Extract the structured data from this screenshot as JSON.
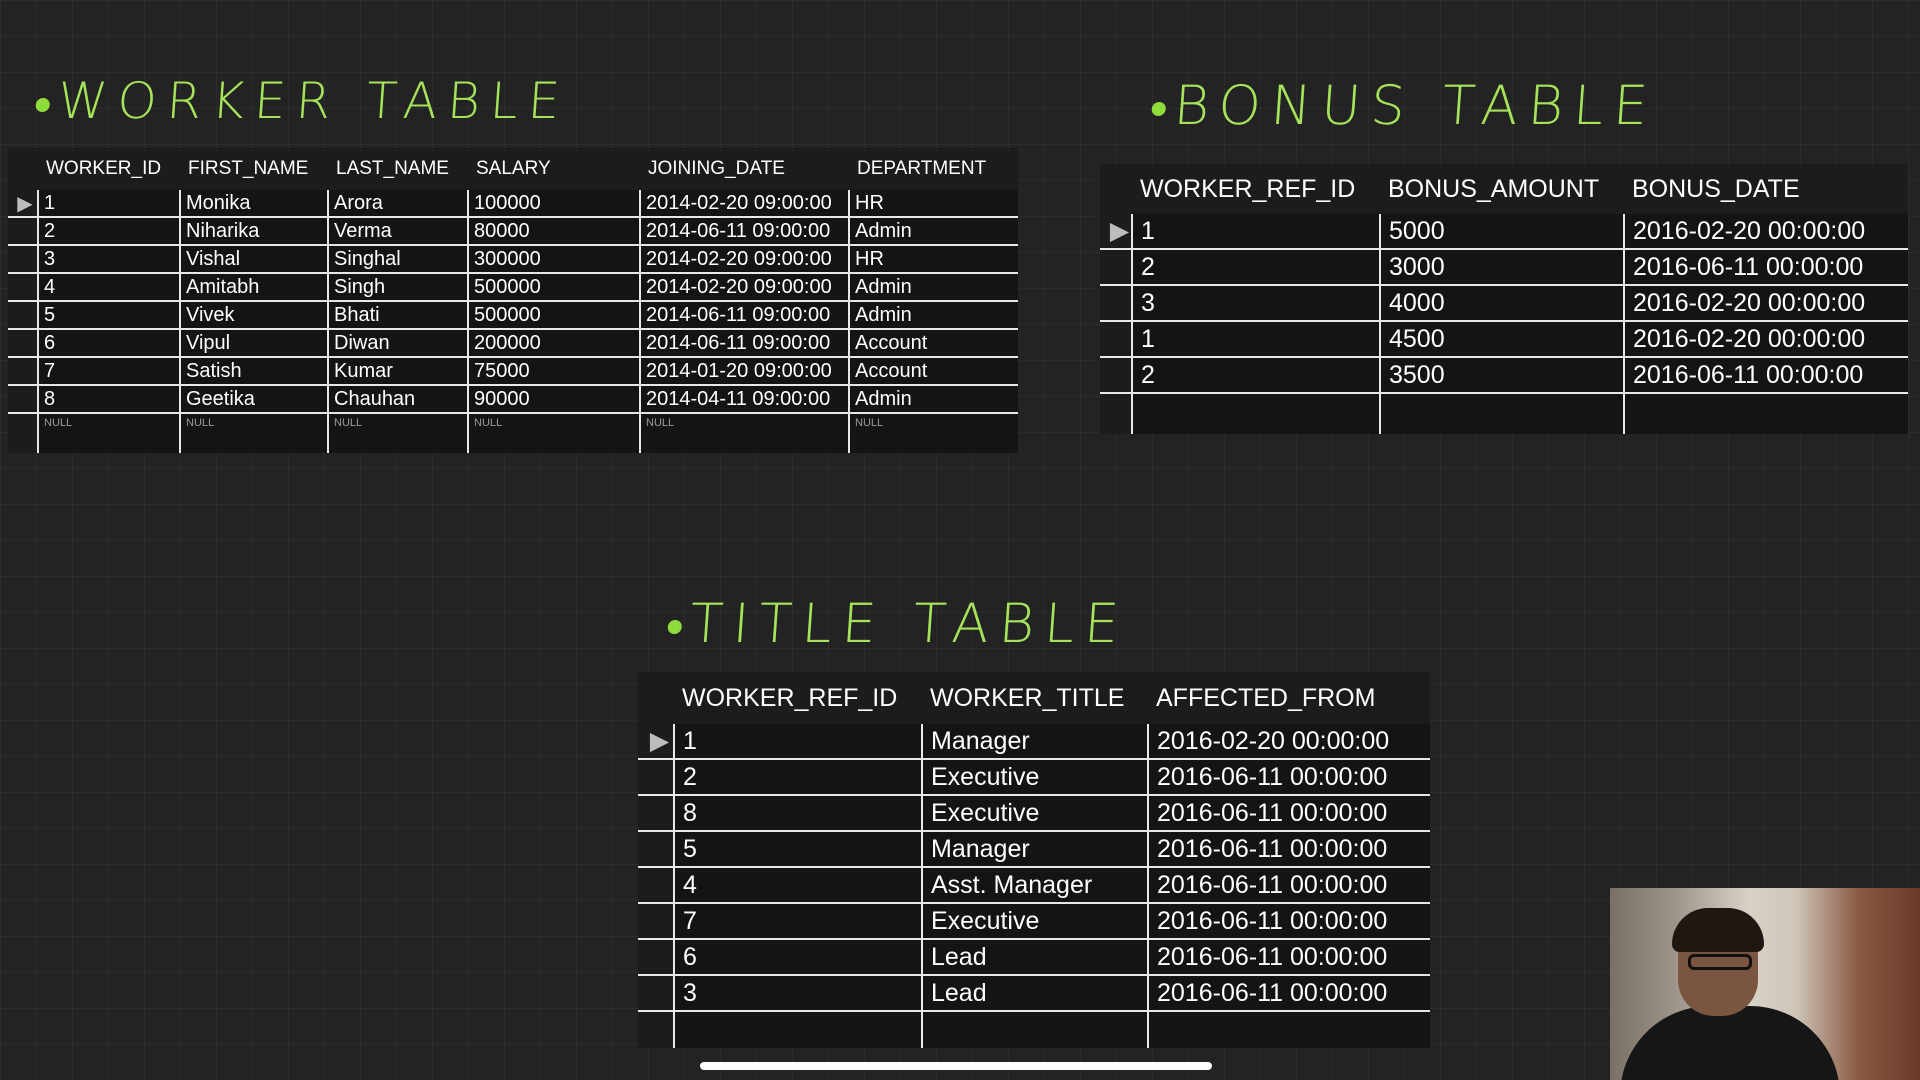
{
  "headings": {
    "worker": "WORKER TABLE",
    "bonus": "BONUS TABLE",
    "title": "TITLE TABLE"
  },
  "worker_table": {
    "columns": [
      "WORKER_ID",
      "FIRST_NAME",
      "LAST_NAME",
      "SALARY",
      "JOINING_DATE",
      "DEPARTMENT"
    ],
    "rows": [
      [
        "1",
        "Monika",
        "Arora",
        "100000",
        "2014-02-20 09:00:00",
        "HR"
      ],
      [
        "2",
        "Niharika",
        "Verma",
        "80000",
        "2014-06-11 09:00:00",
        "Admin"
      ],
      [
        "3",
        "Vishal",
        "Singhal",
        "300000",
        "2014-02-20 09:00:00",
        "HR"
      ],
      [
        "4",
        "Amitabh",
        "Singh",
        "500000",
        "2014-02-20 09:00:00",
        "Admin"
      ],
      [
        "5",
        "Vivek",
        "Bhati",
        "500000",
        "2014-06-11 09:00:00",
        "Admin"
      ],
      [
        "6",
        "Vipul",
        "Diwan",
        "200000",
        "2014-06-11 09:00:00",
        "Account"
      ],
      [
        "7",
        "Satish",
        "Kumar",
        "75000",
        "2014-01-20 09:00:00",
        "Account"
      ],
      [
        "8",
        "Geetika",
        "Chauhan",
        "90000",
        "2014-04-11 09:00:00",
        "Admin"
      ]
    ],
    "null_label": "NULL"
  },
  "bonus_table": {
    "columns": [
      "WORKER_REF_ID",
      "BONUS_AMOUNT",
      "BONUS_DATE"
    ],
    "rows": [
      [
        "1",
        "5000",
        "2016-02-20 00:00:00"
      ],
      [
        "2",
        "3000",
        "2016-06-11 00:00:00"
      ],
      [
        "3",
        "4000",
        "2016-02-20 00:00:00"
      ],
      [
        "1",
        "4500",
        "2016-02-20 00:00:00"
      ],
      [
        "2",
        "3500",
        "2016-06-11 00:00:00"
      ]
    ]
  },
  "title_table": {
    "columns": [
      "WORKER_REF_ID",
      "WORKER_TITLE",
      "AFFECTED_FROM"
    ],
    "rows": [
      [
        "1",
        "Manager",
        "2016-02-20 00:00:00"
      ],
      [
        "2",
        "Executive",
        "2016-06-11 00:00:00"
      ],
      [
        "8",
        "Executive",
        "2016-06-11 00:00:00"
      ],
      [
        "5",
        "Manager",
        "2016-06-11 00:00:00"
      ],
      [
        "4",
        "Asst. Manager",
        "2016-06-11 00:00:00"
      ],
      [
        "7",
        "Executive",
        "2016-06-11 00:00:00"
      ],
      [
        "6",
        "Lead",
        "2016-06-11 00:00:00"
      ],
      [
        "3",
        "Lead",
        "2016-06-11 00:00:00"
      ]
    ]
  },
  "row_pointer_icon": "play-triangle-icon",
  "colors": {
    "background": "#232323",
    "heading": "#a6e35a",
    "cell_background": "#141414",
    "grid_line": "#e8e8e8"
  }
}
